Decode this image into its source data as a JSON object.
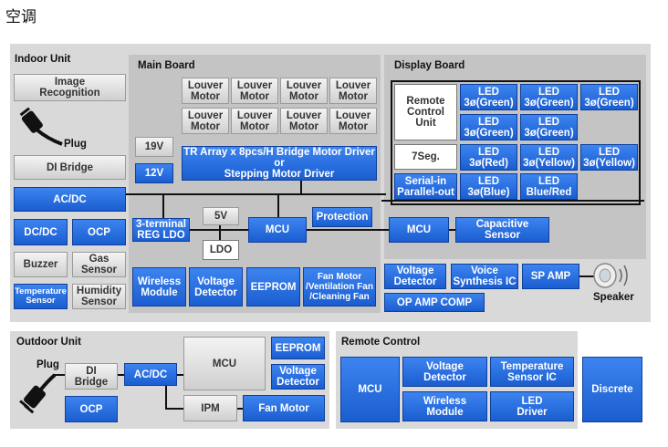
{
  "page_title": "空调",
  "indoor": {
    "label": "Indoor Unit",
    "image_recognition": "Image\nRecognition",
    "plug": "Plug",
    "di_bridge": "DI Bridge",
    "acdc": "AC/DC",
    "dcdc": "DC/DC",
    "ocp": "OCP",
    "buzzer": "Buzzer",
    "gas_sensor": "Gas\nSensor",
    "temperature_sensor": "Temperature\nSensor",
    "humidity_sensor": "Humidity\nSensor"
  },
  "main_board": {
    "label": "Main Board",
    "louver": "Louver\nMotor",
    "v19": "19V",
    "v12": "12V",
    "tr_array": "TR Array x 8pcs/H Bridge Motor Driver\nor\nStepping Motor Driver",
    "ldo3": "3-terminal\nREG LDO",
    "v5": "5V",
    "mcu": "MCU",
    "protection": "Protection",
    "ldo": "LDO",
    "wireless": "Wireless\nModule",
    "voltage_detector": "Voltage\nDetector",
    "eeprom": "EEPROM",
    "fan_motor": "Fan Motor\n/Ventilation Fan\n/Cleaning Fan"
  },
  "display_board": {
    "label": "Display Board",
    "remote_unit": "Remote\nControl\nUnit",
    "led_green": "LED\n3ø(Green)",
    "seg7": "7Seg.",
    "led_red": "LED\n3ø(Red)",
    "led_yellow": "LED\n3ø(Yellow)",
    "serial": "Serial-in\nParallel-out",
    "led_blue": "LED\n3ø(Blue)",
    "led_bluered": "LED\nBlue/Red",
    "mcu": "MCU",
    "capacitive": "Capacitive\nSensor"
  },
  "audio": {
    "voltage_detector": "Voltage\nDetector",
    "voice": "Voice\nSynthesis IC",
    "sp_amp": "SP AMP",
    "speaker": "Speaker",
    "opamp": "OP AMP COMP"
  },
  "outdoor": {
    "label": "Outdoor Unit",
    "plug": "Plug",
    "di_bridge": "DI\nBridge",
    "acdc": "AC/DC",
    "ocp": "OCP",
    "mcu": "MCU",
    "eeprom": "EEPROM",
    "voltage_detector": "Voltage\nDetector",
    "ipm": "IPM",
    "fan_motor": "Fan Motor"
  },
  "remote": {
    "label": "Remote Control",
    "mcu": "MCU",
    "voltage_detector": "Voltage\nDetector",
    "temp_sensor_ic": "Temperature\nSensor IC",
    "wireless": "Wireless\nModule",
    "led_driver": "LED\nDriver",
    "discrete": "Discrete"
  }
}
